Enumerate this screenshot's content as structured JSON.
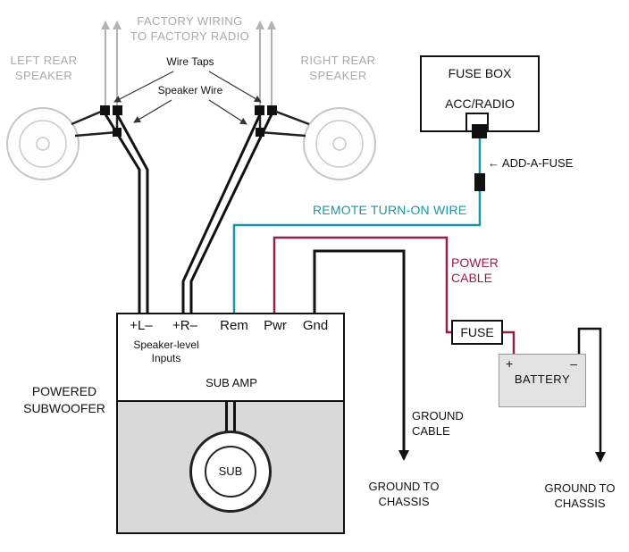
{
  "colors": {
    "remote_wire_teal": "#1b95a8",
    "power_wire_maroon": "#932047",
    "factory_wire_gray": "#b3b3b3",
    "label_gray": "#a9a9a9",
    "wire_black": "#111111",
    "sub_enclosure_gray": "#d9d9d9",
    "battery_gray": "#e3e3e3"
  },
  "top": {
    "factory_wiring": {
      "line1": "FACTORY WIRING",
      "line2": "TO FACTORY RADIO"
    },
    "left_speaker": {
      "line1": "LEFT REAR",
      "line2": "SPEAKER"
    },
    "right_speaker": {
      "line1": "RIGHT REAR",
      "line2": "SPEAKER"
    },
    "wire_taps": "Wire Taps",
    "speaker_wire": "Speaker Wire"
  },
  "fuse_box": {
    "title": "FUSE BOX",
    "slot_label": "ACC/RADIO"
  },
  "add_a_fuse": "← ADD-A-FUSE",
  "remote_turn_on": "REMOTE TURN-ON WIRE",
  "power_cable": {
    "line1": "POWER",
    "line2": "CABLE"
  },
  "amp": {
    "terminals": [
      {
        "label": "+L–"
      },
      {
        "label": "+R–"
      },
      {
        "label": "Rem"
      },
      {
        "label": "Pwr"
      },
      {
        "label": "Gnd"
      }
    ],
    "inputs": {
      "line1": "Speaker-level",
      "line2": "Inputs"
    },
    "name": "SUB AMP",
    "sub": "SUB",
    "unit": {
      "line1": "POWERED",
      "line2": "SUBWOOFER"
    }
  },
  "fuse": "FUSE",
  "battery": {
    "name": "BATTERY",
    "plus": "+",
    "minus": "–"
  },
  "ground": {
    "cable": {
      "line1": "GROUND",
      "line2": "CABLE"
    },
    "chassis_left": {
      "line1": "GROUND TO",
      "line2": "CHASSIS"
    },
    "chassis_right": {
      "line1": "GROUND TO",
      "line2": "CHASSIS"
    }
  }
}
